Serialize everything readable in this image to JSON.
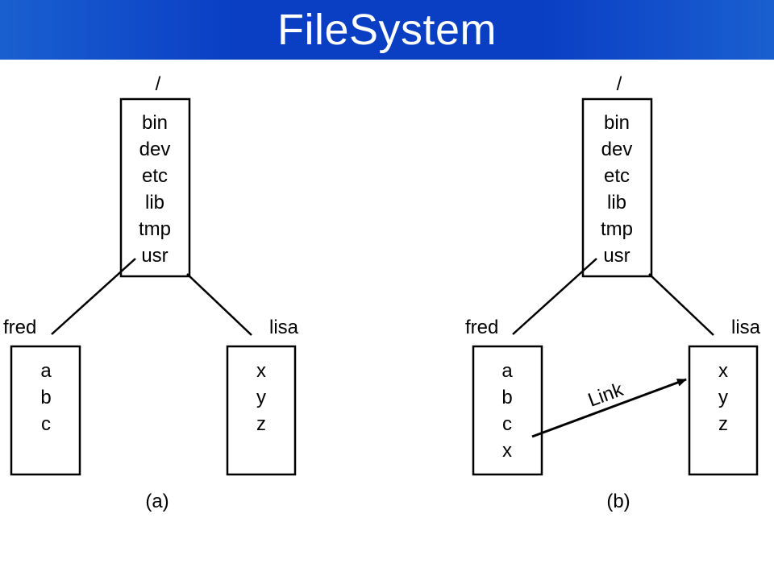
{
  "slide": {
    "title": "FileSystem"
  },
  "diagram_a": {
    "root_label": "/",
    "root_entries": [
      "bin",
      "dev",
      "etc",
      "lib",
      "tmp",
      "usr"
    ],
    "left_dir_label": "fred",
    "left_entries": [
      "a",
      "b",
      "c"
    ],
    "right_dir_label": "lisa",
    "right_entries": [
      "x",
      "y",
      "z"
    ],
    "caption": "(a)"
  },
  "diagram_b": {
    "root_label": "/",
    "root_entries": [
      "bin",
      "dev",
      "etc",
      "lib",
      "tmp",
      "usr"
    ],
    "left_dir_label": "fred",
    "left_entries": [
      "a",
      "b",
      "c",
      "x"
    ],
    "right_dir_label": "lisa",
    "right_entries": [
      "x",
      "y",
      "z"
    ],
    "link_label": "Link",
    "caption": "(b)"
  }
}
